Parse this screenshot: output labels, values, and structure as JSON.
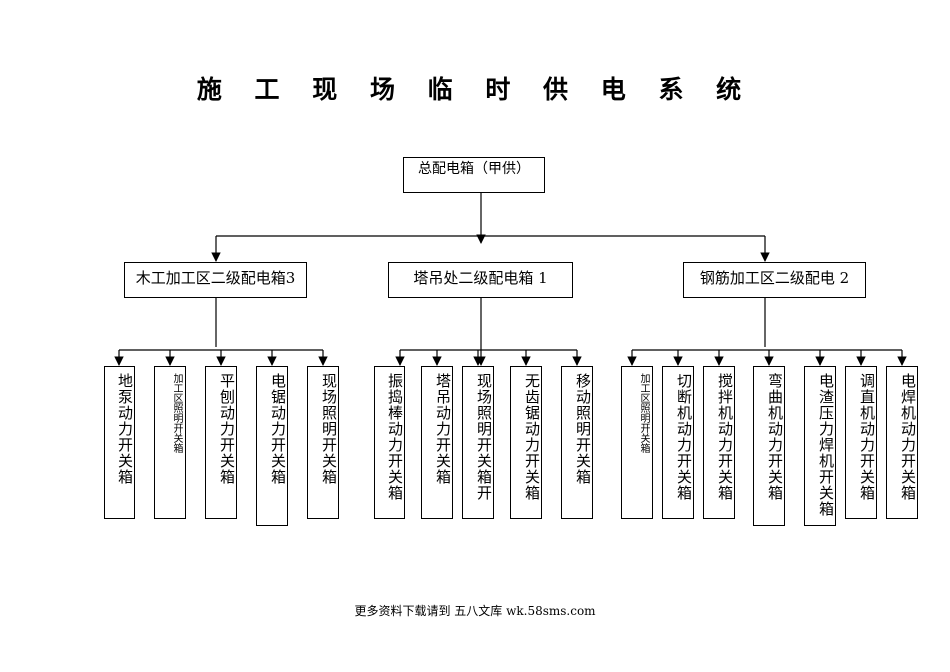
{
  "title": "施 工 现 场 临 时 供 电 系 统",
  "root": {
    "label": "总配电箱（甲供）"
  },
  "level2": [
    {
      "label": "木工加工区二级配电箱3",
      "children": [
        {
          "label": "地泵动力开关箱",
          "small": false
        },
        {
          "label": "加工区照明开关箱",
          "small": true
        },
        {
          "label": "平刨动力开关箱",
          "small": false
        },
        {
          "label": "电锯动力开关箱",
          "small": false
        },
        {
          "label": "现场照明开关箱",
          "small": false
        }
      ]
    },
    {
      "label": "塔吊处二级配电箱 1",
      "children": [
        {
          "label": "振捣棒动力开关箱",
          "small": false
        },
        {
          "label": "塔吊动力开关箱",
          "small": false
        },
        {
          "label": "现场照明开关箱开",
          "small": false
        },
        {
          "label": "无齿锯动力开关箱",
          "small": false
        },
        {
          "label": "移动照明开关箱",
          "small": false
        }
      ]
    },
    {
      "label": "钢筋加工区二级配电 2",
      "children": [
        {
          "label": "加工区照明开关箱",
          "small": true
        },
        {
          "label": "切断机动力开关箱",
          "small": false
        },
        {
          "label": "搅拌机动力开关箱",
          "small": false
        },
        {
          "label": "弯曲机动力开关箱",
          "small": false
        },
        {
          "label": "电渣压力焊机开关箱",
          "small": false
        },
        {
          "label": "调直机动力开关箱",
          "small": false
        },
        {
          "label": "电焊机动力开关箱",
          "small": false
        }
      ]
    }
  ],
  "footer": "更多资料下载请到 五八文库 wk.58sms.com"
}
